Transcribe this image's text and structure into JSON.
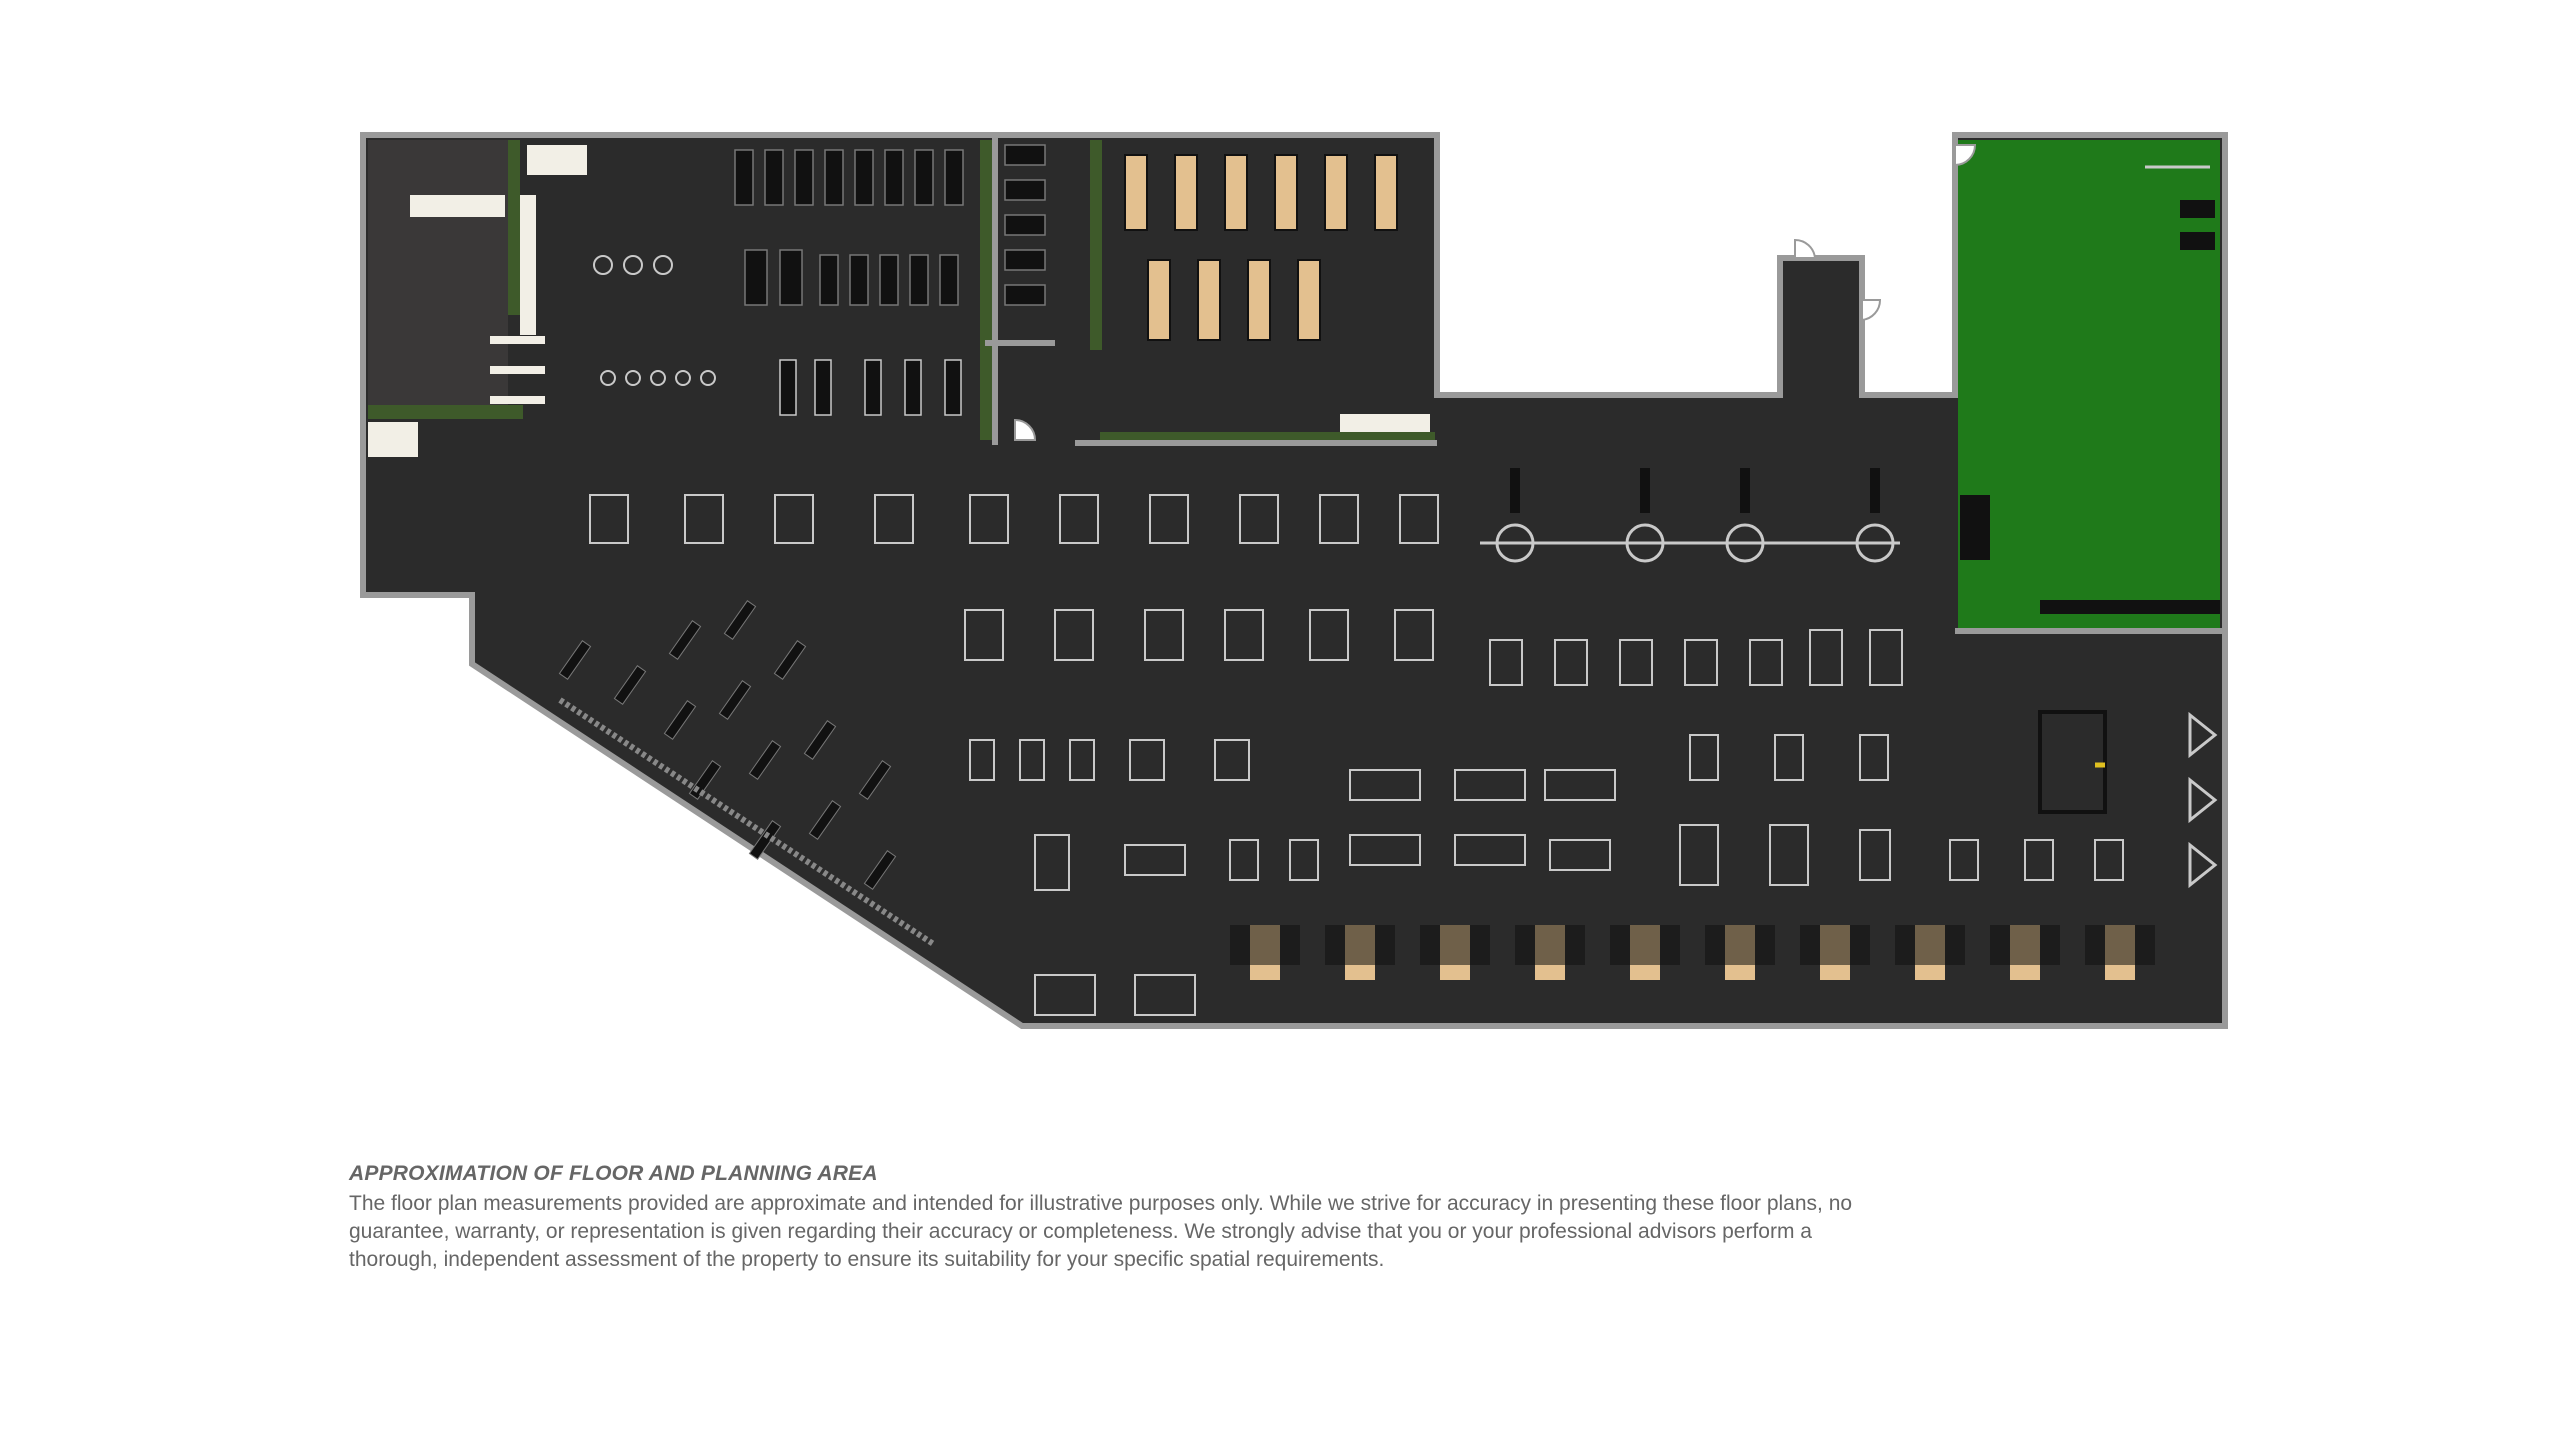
{
  "colors": {
    "floor": "#2b2b2b",
    "wall": "#9a9a9a",
    "turf": "#1f7a1a",
    "wood": "#e3c08f",
    "planter": "#3e5a2a",
    "equipment": "#c9c9c9",
    "text": "#666666"
  },
  "icons": [
    "door-swing-icon",
    "treadmill-icon",
    "strength-machine-icon",
    "bench-icon",
    "rack-icon",
    "platform-icon"
  ],
  "disclaimer": {
    "title": "APPROXIMATION OF FLOOR AND PLANNING AREA",
    "line1": "The floor plan measurements provided are approximate and intended for illustrative purposes only. While we strive for accuracy in presenting these floor plans, no",
    "line2": "guarantee, warranty, or representation is given regarding their accuracy or completeness. We strongly advise that you or your professional advisors perform a",
    "line3": "thorough, independent assessment of the property to ensure its suitability for your specific spatial requirements."
  }
}
